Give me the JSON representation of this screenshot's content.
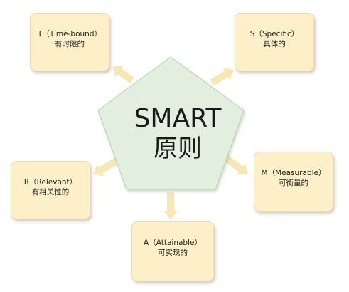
{
  "diagram": {
    "center": {
      "title_line1": "SMART",
      "title_line2": "原则"
    },
    "nodes": {
      "t": {
        "line1": "T（Time-bound）",
        "line2": "有时限的"
      },
      "s": {
        "line1": "S（Specific）",
        "line2": "具体的"
      },
      "r": {
        "line1": "R（Relevant）",
        "line2": "有相关性的"
      },
      "m": {
        "line1": "M（Measurable）",
        "line2": "可衡量的"
      },
      "a": {
        "line1": "A（Attainable）",
        "line2": "可实现的"
      }
    },
    "colors": {
      "pentagon_fill": "#e3efde",
      "pentagon_stroke": "#b9cfae",
      "box_fill": "#fdf0c9",
      "arrow_fill": "#f8e7b6"
    }
  }
}
